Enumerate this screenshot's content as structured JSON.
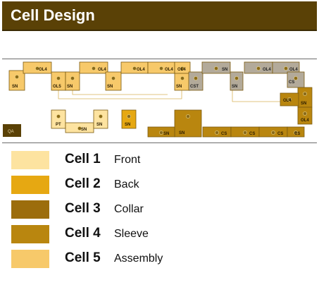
{
  "title": "Cell Design",
  "layout": {
    "qa_label": "QA",
    "stations": [
      {
        "label": "SN",
        "cell": 5
      },
      {
        "label": "OL4",
        "cell": 5
      },
      {
        "label": "OL5",
        "cell": 5
      },
      {
        "label": "SN",
        "cell": 5
      },
      {
        "label": "OL4",
        "cell": 5
      },
      {
        "label": "SN",
        "cell": 5
      },
      {
        "label": "OL4",
        "cell": 5
      },
      {
        "label": "OL4",
        "cell": 5
      },
      {
        "label": "SN",
        "cell": 5
      },
      {
        "label": "OL4",
        "cell": 5
      },
      {
        "label": "CST",
        "cell": 3
      },
      {
        "label": "SN",
        "cell": 3
      },
      {
        "label": "SN",
        "cell": 3
      },
      {
        "label": "OL4",
        "cell": 3
      },
      {
        "label": "OL4",
        "cell": 3
      },
      {
        "label": "CS",
        "cell": 3
      },
      {
        "label": "SN",
        "cell": 4
      },
      {
        "label": "OL4",
        "cell": 4
      },
      {
        "label": "OL4",
        "cell": 4
      },
      {
        "label": "CS",
        "cell": 4
      },
      {
        "label": "CS",
        "cell": 4
      },
      {
        "label": "CS",
        "cell": 4
      },
      {
        "label": "CS",
        "cell": 4
      },
      {
        "label": "SN",
        "cell": 4
      },
      {
        "label": "SN",
        "cell": 4
      },
      {
        "label": "PT",
        "cell": 1
      },
      {
        "label": "SN",
        "cell": 1
      },
      {
        "label": "SN",
        "cell": 1
      },
      {
        "label": "SN",
        "cell": 2
      }
    ]
  },
  "legend": [
    {
      "label": "Cell 1",
      "name": "Front",
      "color": "#fde3a0"
    },
    {
      "label": "Cell 2",
      "name": "Back",
      "color": "#e6a812"
    },
    {
      "label": "Cell 3",
      "name": "Collar",
      "color": "#9c6d0c"
    },
    {
      "label": "Cell 4",
      "name": "Sleeve",
      "color": "#b9860f"
    },
    {
      "label": "Cell 5",
      "name": "Assembly",
      "color": "#f7c96a"
    }
  ],
  "colors": {
    "title_bg": "#5a4106",
    "grey_station": "#b3aa9a",
    "qa_bg": "#5a4106"
  }
}
